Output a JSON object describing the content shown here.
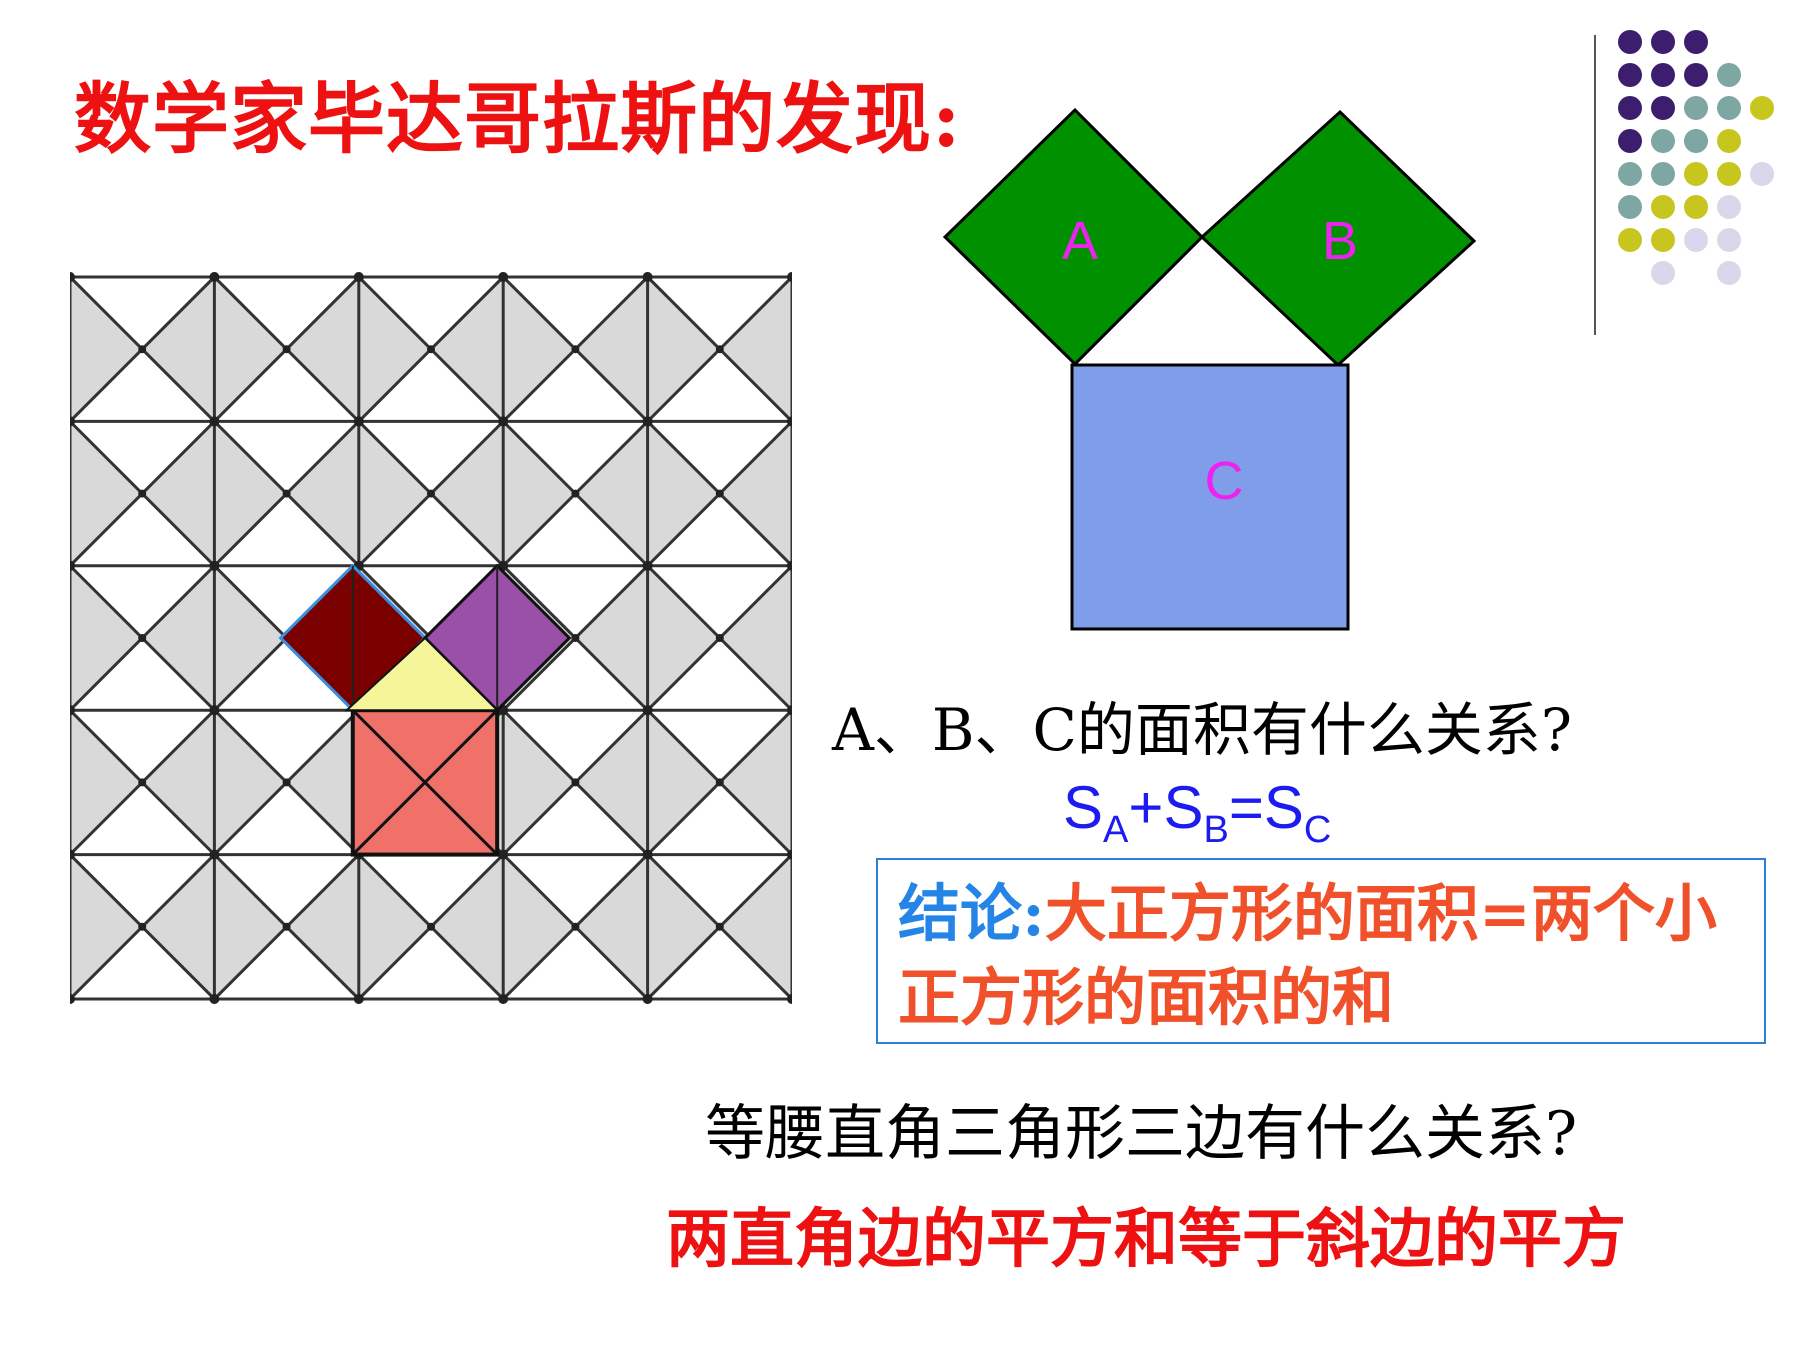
{
  "slide": {
    "title": "数学家毕达哥拉斯的发现:",
    "diagram": {
      "labels": {
        "a": "A",
        "b": "B",
        "c": "C"
      },
      "colors": {
        "green": "#009000",
        "blue_square": "#7f9de8",
        "label": "#ee22ee"
      }
    },
    "question_abc": "A、B、C的面积有什么关系?",
    "formula": {
      "s": "S",
      "sub_a": "A",
      "plus": "+",
      "sub_b": "B",
      "eq": "=",
      "sub_c": "C"
    },
    "conclusion": {
      "label": "结论:",
      "body": "大正方形的面积=两个小正方形的面积的和"
    },
    "question_isosceles": "等腰直角三角形三边有什么关系?",
    "answer": "两直角边的平方和等于斜边的平方",
    "colors": {
      "title": "#ee1111",
      "formula": "#1c1cf0",
      "conclusion_label": "#2585e6",
      "conclusion_body": "#f0502a",
      "dark_red": "#7a0000",
      "purple": "#9a50a8",
      "yellow": "#f5f59a",
      "salmon": "#f0706a"
    },
    "decoration": {
      "dot_colors": [
        "#3d1e6e",
        "#7ea6a2",
        "#c6c61e",
        "#d8d8ea"
      ]
    }
  }
}
